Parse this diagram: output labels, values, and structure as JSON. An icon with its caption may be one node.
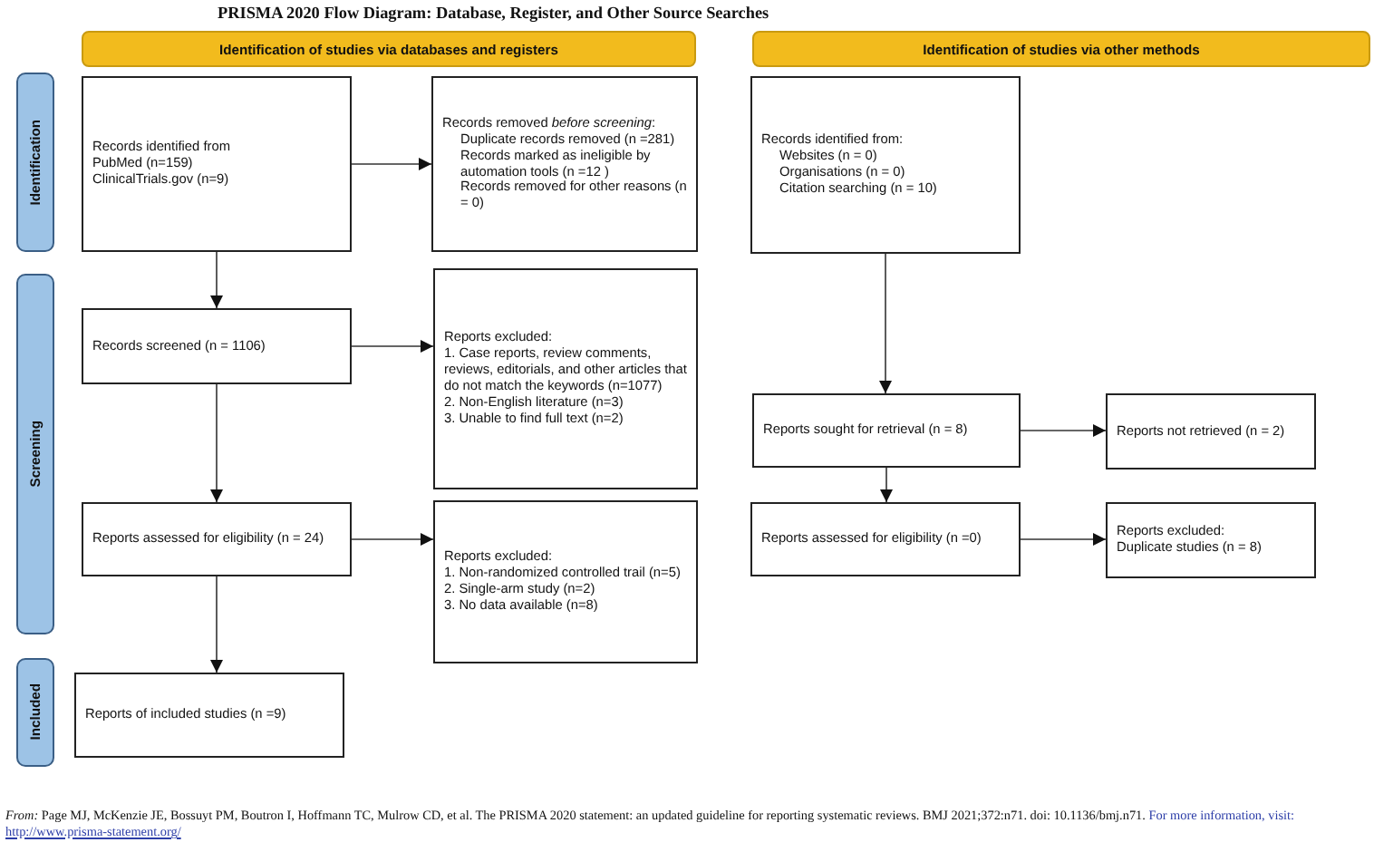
{
  "diagram": {
    "title": "PRISMA 2020 Flow Diagram: Database, Register, and Other Source Searches",
    "caption": "*From:* Page MJ, McKenzie JE, Bossuyt PM, Boutron I, Hoffmann TC, Mulrow CD, et al. The PRISMA 2020 statement: an updated guideline for reporting systematic reviews. BMJ 2021;372:n71. doi: 10.1136/bmj.n71.",
    "nodes": [
      {
        "text": [
          "Identification of studies via databases and registers"
        ]
      },
      {
        "text": [
          "Identification of studies via other methods"
        ]
      },
      {
        "text": [
          "Identification"
        ]
      },
      {
        "text": [
          "Records identified from",
          "PubMed (n=159)",
          "ClinicalTrials.gov (n=9)"
        ]
      },
      {
        "text": [
          "Records removed *before screening*:",
          "Duplicate records removed (n =281)",
          "Records marked as ineligible by automation tools (n =12 )",
          "Records removed for other reasons (n = 0)"
        ]
      },
      {
        "text": [
          "Records identified from:",
          "Websites (n = 0)",
          "Organisations (n = 0)",
          "Citation searching (n = 10)"
        ]
      },
      {
        "text": [
          "Screening"
        ]
      },
      {
        "text": [
          "Records screened (n = 1106)"
        ]
      },
      {
        "text": [
          "Reports excluded:",
          "1. Case reports, review comments, reviews, editorials, and other articles that do not match the keywords (n=1077)",
          "2. Non-English literature (n=3)",
          "3. Unable to find full text (n=2)"
        ]
      },
      {
        "text": [
          "Reports sought for retrieval (n = 8)"
        ]
      },
      {
        "text": [
          "Reports not retrieved (n = 2)"
        ]
      },
      {
        "text": [
          "Reports assessed for eligibility (n = 24)"
        ]
      },
      {
        "text": [
          "Reports excluded:",
          "1. Non-randomized controlled trail (n=5)",
          "2. Single-arm study (n=2)",
          "3. No data available (n=8)"
        ]
      },
      {
        "text": [
          "Reports assessed for eligibility (n =0)"
        ]
      },
      {
        "text": [
          "Reports excluded:",
          "Duplicate studies (n = 8)"
        ]
      },
      {
        "text": [
          "Included"
        ]
      },
      {
        "text": [
          "Reports of included studies (n =9)"
        ]
      }
    ],
    "edges": [
      {
        "from": 3,
        "to": 4,
        "arrow": "to"
      },
      {
        "from": 3,
        "to": 7,
        "arrow": "to"
      },
      {
        "from": 7,
        "to": 8,
        "arrow": "to"
      },
      {
        "from": 7,
        "to": 11,
        "arrow": "to"
      },
      {
        "from": 5,
        "to": 9,
        "arrow": "to"
      },
      {
        "from": 9,
        "to": 10,
        "arrow": "to"
      },
      {
        "from": 9,
        "to": 13,
        "arrow": "to"
      },
      {
        "from": 11,
        "to": 12,
        "arrow": "to"
      },
      {
        "from": 11,
        "to": 16,
        "arrow": "to"
      },
      {
        "from": 13,
        "to": 14,
        "arrow": "to"
      }
    ],
    "labels": [
      "For more information, visit:",
      "http://www.prisma-statement.org/"
    ]
  }
}
